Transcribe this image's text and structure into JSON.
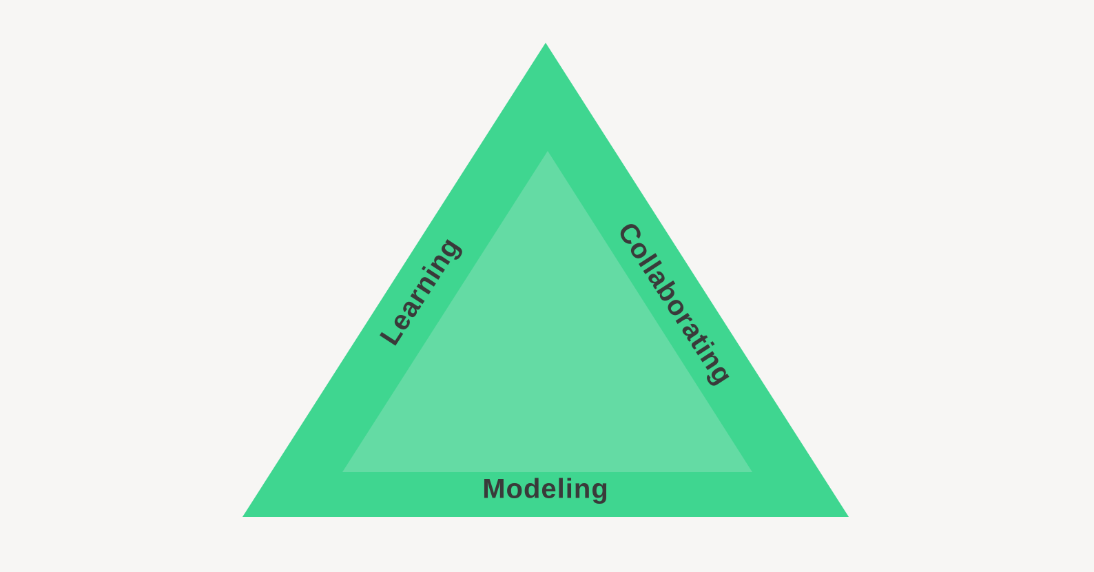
{
  "diagram": {
    "labels": {
      "left": "Learning",
      "right": "Collaborating",
      "bottom": "Modeling"
    },
    "colors": {
      "background": "#f7f6f4",
      "outer_triangle": "#3fd690",
      "inner_triangle": "#64dba4",
      "label_text": "#3a3a3a"
    }
  }
}
